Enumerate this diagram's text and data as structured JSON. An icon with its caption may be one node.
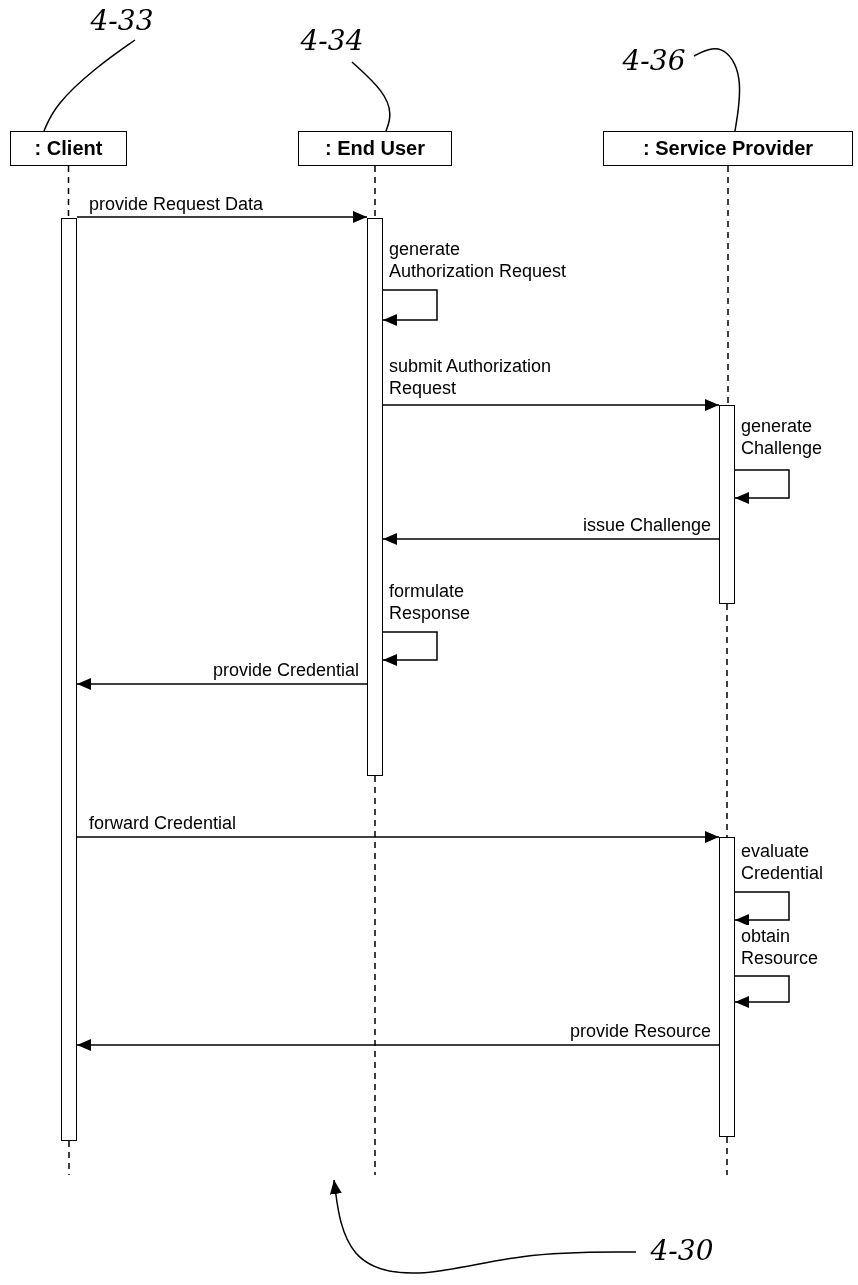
{
  "diagram": {
    "nodes": [
      {
        "text": [
          ": Client"
        ]
      },
      {
        "text": [
          ": End User"
        ]
      },
      {
        "text": [
          ": Service Provider"
        ]
      },
      {
        "text": [
          "4-33"
        ]
      },
      {
        "text": [
          "4-34"
        ]
      },
      {
        "text": [
          "4-36"
        ]
      },
      {
        "text": [
          "4-30"
        ]
      },
      {
        "text": [],
        "shape": "bar"
      },
      {
        "text": [],
        "shape": "bar"
      },
      {
        "text": [],
        "shape": "bar"
      },
      {
        "text": [],
        "shape": "bar"
      }
    ],
    "edges": [
      {
        "from": 3,
        "to": 0,
        "arrow": "none"
      },
      {
        "from": 4,
        "to": 1,
        "arrow": "none"
      },
      {
        "from": 5,
        "to": 2,
        "arrow": "none"
      },
      {
        "from": 6,
        "to": null,
        "arrow": "to"
      },
      {
        "from": 0,
        "to": 7,
        "arrow": "none",
        "style": "dashed"
      },
      {
        "from": 1,
        "to": 8,
        "arrow": "none",
        "style": "dashed"
      },
      {
        "from": 2,
        "to": 9,
        "arrow": "none",
        "style": "dashed"
      },
      {
        "from": 9,
        "to": 10,
        "arrow": "none",
        "style": "dashed"
      },
      {
        "from": 7,
        "to": null,
        "arrow": "none",
        "style": "dashed"
      },
      {
        "from": 8,
        "to": null,
        "arrow": "none",
        "style": "dashed"
      },
      {
        "from": 10,
        "to": null,
        "arrow": "none",
        "style": "dashed"
      },
      {
        "from": 7,
        "to": 8,
        "arrow": "to",
        "label": "provide Request Data"
      },
      {
        "from": 8,
        "to": 8,
        "arrow": "to",
        "label": "generate Authorization Request"
      },
      {
        "from": 8,
        "to": 9,
        "arrow": "to",
        "label": "submit Authorization Request"
      },
      {
        "from": 9,
        "to": 9,
        "arrow": "to",
        "label": "generate Challenge"
      },
      {
        "from": 9,
        "to": 8,
        "arrow": "to",
        "label": "issue Challenge"
      },
      {
        "from": 8,
        "to": 8,
        "arrow": "to",
        "label": "formulate Response"
      },
      {
        "from": 8,
        "to": 7,
        "arrow": "to",
        "label": "provide Credential"
      },
      {
        "from": 7,
        "to": 10,
        "arrow": "to",
        "label": "forward Credential"
      },
      {
        "from": 10,
        "to": 10,
        "arrow": "to",
        "label": "evaluate Credential"
      },
      {
        "from": 10,
        "to": 10,
        "arrow": "to",
        "label": "obtain Resource"
      },
      {
        "from": 10,
        "to": 7,
        "arrow": "to",
        "label": "provide Resource"
      }
    ]
  }
}
